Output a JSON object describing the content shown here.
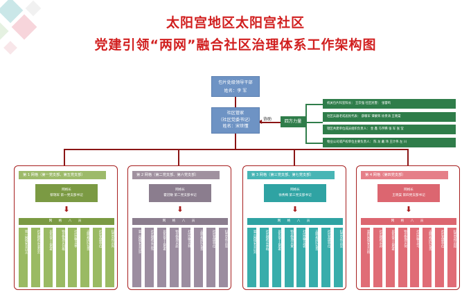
{
  "title": {
    "line1": "太阳宫地区太阳宫社区",
    "line2": "党建引领“两网”融合社区治理体系工作架构图"
  },
  "leader": {
    "role": "包片处级领导干部",
    "name": "姓名：李  军"
  },
  "secretary": {
    "role": "社区管家",
    "sub": "（社区党委书记）",
    "name": "姓名：宋世懂"
  },
  "assist_label": "协助",
  "four_party": "四方力量",
  "parties": [
    "机关包片科室科长：  王宗强                          社区民警：  张雷鸣",
    "社区兵器老戒居民代表：  薛暖军    谭蒙辉    徐贵涛    王晓棠",
    "辖区共建单位成员组织负责人：  金  鑫    马宇腾    张  军    张  莹",
    "物业公司或产权单位主要负责人：  陈  龙  戴  玮  王计伟  左  川"
  ],
  "networks": [
    {
      "header": "第 1 网格（第一党支部、第五党支部）",
      "chief_title": "网格长",
      "chief_name": "蔡瑞军  第一党支部书记",
      "members_label": "网  格  八  员",
      "members": [
        "第一网格安全员王",
        "社区楼栋长张青云",
        "居民骨干志愿者",
        "物业管理员刘梅",
        "社区民警员李",
        "志愿者团队负责",
        "社区共建单位",
        "科普宣传员肖"
      ]
    },
    {
      "header": "第 2 网格（第二党支部、第六党支部）",
      "chief_title": "网格长",
      "chief_name": "霍冠敏  第二党支部书记",
      "members_label": "网  格  八  员",
      "members": [
        "第二网格安全员许",
        "社区楼栋长吕伟",
        "居民骨干志愿者",
        "物业管理员赵",
        "社区民警员林",
        "志愿者团队负责",
        "社区共建单位",
        "科普宣传员周"
      ]
    },
    {
      "header": "第 3 网格（第三党支部、第七党支部）",
      "chief_title": "网格长",
      "chief_name": "徐秀梅  第三党支部书记",
      "members_label": "网  格  八  员",
      "members": [
        "第三网格安全员刘",
        "社区楼栋长李梅",
        "居民骨干志愿者",
        "物业管理员黄",
        "社区民警员郭",
        "志愿者团队负责",
        "社区共建单位",
        "科普宣传员吴"
      ]
    },
    {
      "header": "第 4 网格（第四党支部）",
      "chief_title": "网格长",
      "chief_name": "王晓棠  第四党支部书记",
      "members_label": "网  格  八  员",
      "members": [
        "第四网格安全员杨",
        "社区楼栋长孙",
        "居民骨干志愿者",
        "物业管理员何",
        "社区民警员马",
        "志愿者团队负责",
        "社区共建单位",
        "科普宣传员段"
      ]
    }
  ]
}
